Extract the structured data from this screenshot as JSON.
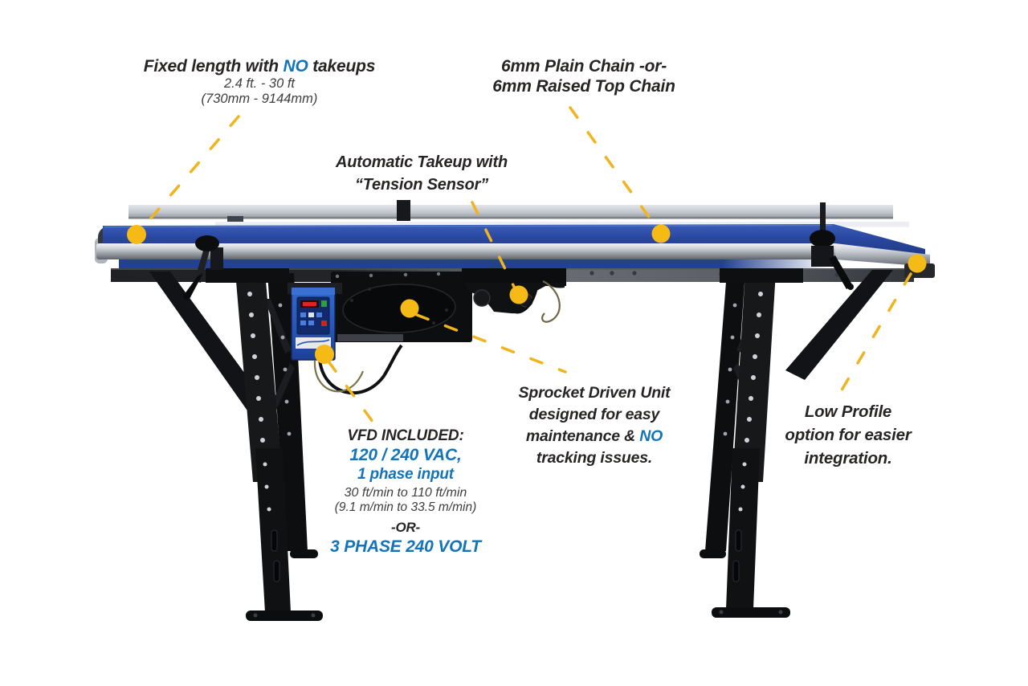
{
  "colors": {
    "callout_yellow": "#f6ba17",
    "accent_blue": "#1474b8",
    "text_dark": "#272524",
    "belt_blue": "#2b4ba2",
    "frame_dark": "#1b1c1e",
    "rail_silver": "#c7cbd1"
  },
  "callouts": {
    "fixed_length": {
      "line1_pre": "Fixed length with ",
      "line1_accent": "NO",
      "line1_post": " takeups",
      "line2": "2.4 ft. - 30 ft",
      "line3": "(730mm - 9144mm)"
    },
    "chain": {
      "line1": "6mm Plain Chain -or-",
      "line2": "6mm Raised Top Chain"
    },
    "takeup": {
      "line1": "Automatic Takeup with",
      "line2": "“Tension Sensor”"
    },
    "sprocket": {
      "line1": "Sprocket Driven Unit",
      "line2": "designed for easy",
      "line3_pre": "maintenance & ",
      "line3_accent": "NO",
      "line4": "tracking issues."
    },
    "vfd": {
      "line1": "VFD INCLUDED:",
      "line2": "120 / 240 VAC,",
      "line3": "1 phase input",
      "line4": "30 ft/min to 110 ft/min",
      "line5": "(9.1 m/min to 33.5 m/min)",
      "line6": "-OR-",
      "line7": "3 PHASE 240 VOLT"
    },
    "low_profile": {
      "line1": "Low Profile",
      "line2": "option for easier",
      "line3": "integration."
    }
  }
}
